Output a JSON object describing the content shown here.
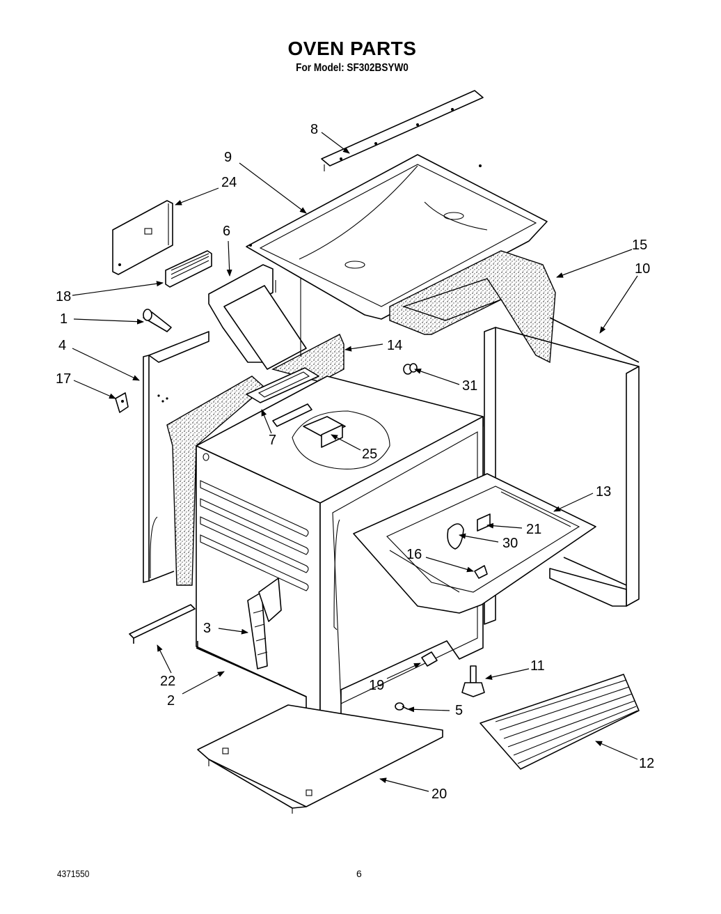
{
  "header": {
    "title": "OVEN PARTS",
    "subtitle": "For Model: SF302BSYW0"
  },
  "footer": {
    "doc_number": "4371550",
    "page_number": "6"
  },
  "callouts": {
    "c1": "1",
    "c2": "2",
    "c3": "3",
    "c4": "4",
    "c5": "5",
    "c6": "6",
    "c7": "7",
    "c8": "8",
    "c9": "9",
    "c10": "10",
    "c11": "11",
    "c12": "12",
    "c13": "13",
    "c14": "14",
    "c15": "15",
    "c16": "16",
    "c17": "17",
    "c18": "18",
    "c19": "19",
    "c20": "20",
    "c21": "21",
    "c22": "22",
    "c24": "24",
    "c25": "25",
    "c30": "30",
    "c31": "31"
  }
}
